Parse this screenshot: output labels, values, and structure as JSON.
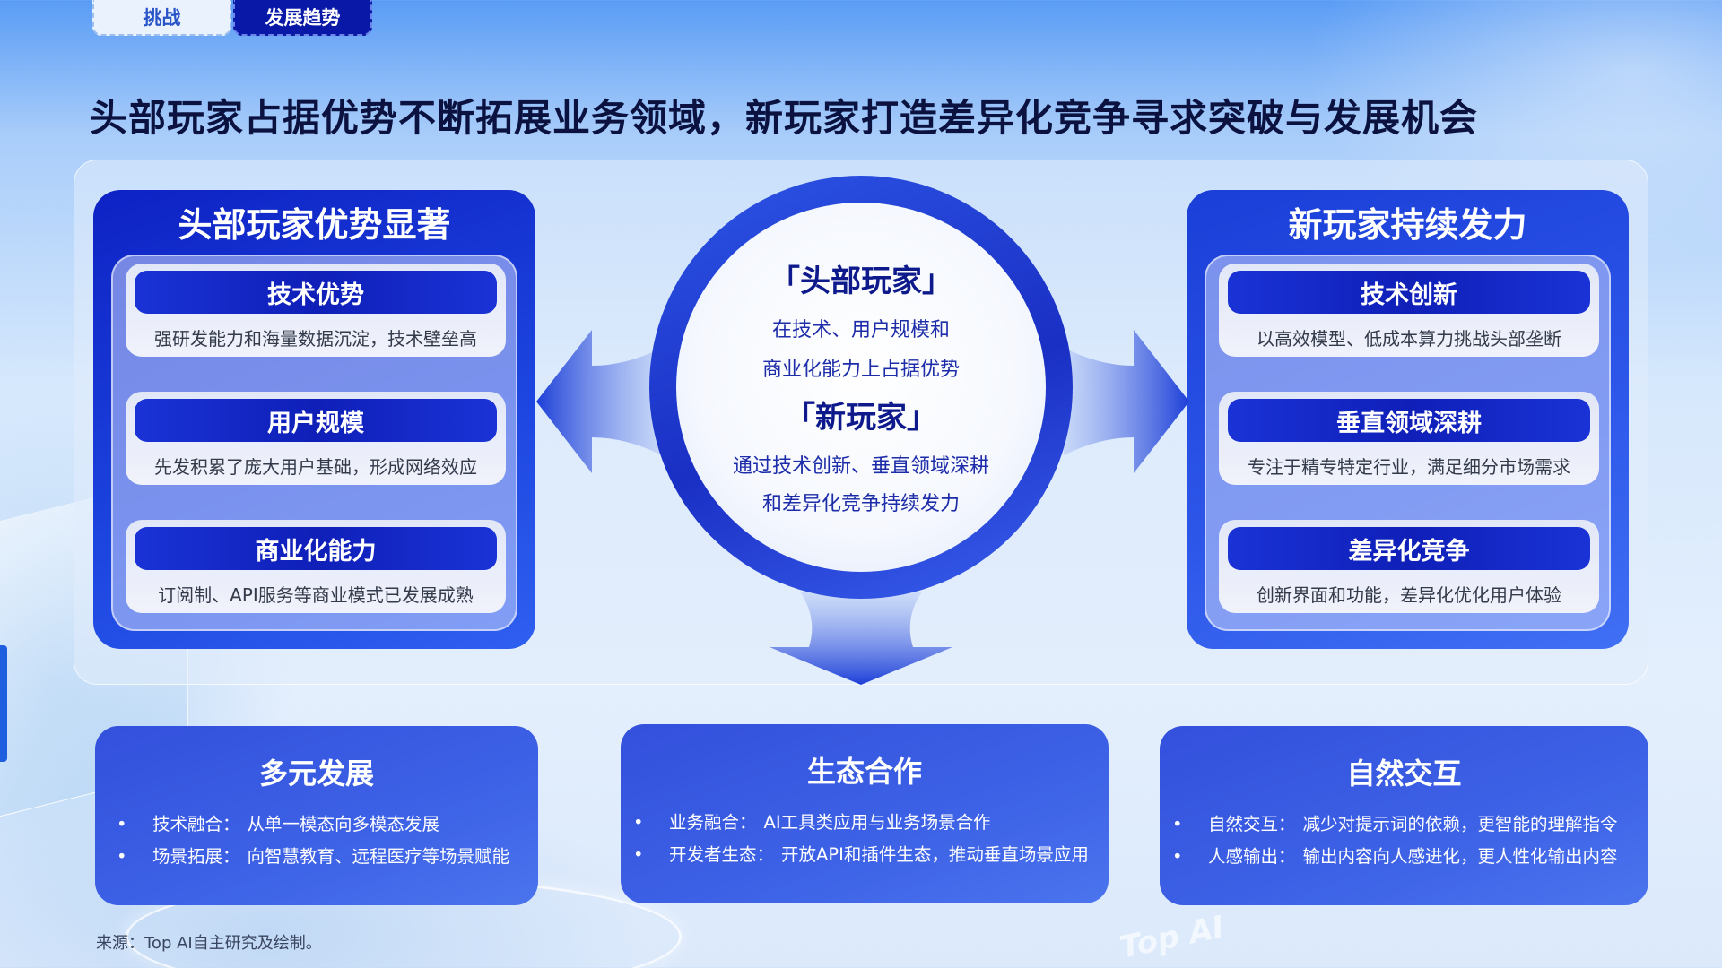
{
  "tabs": [
    {
      "label": "挑战"
    },
    {
      "label": "发展趋势"
    }
  ],
  "title": "头部玩家占据优势不断拓展业务领域，新玩家打造差异化竞争寻求突破与发展机会",
  "left_panel": {
    "title": "头部玩家优势显著",
    "items": [
      {
        "heading": "技术优势",
        "desc": "强研发能力和海量数据沉淀，技术壁垒高"
      },
      {
        "heading": "用户规模",
        "desc": "先发积累了庞大用户基础，形成网络效应"
      },
      {
        "heading": "商业化能力",
        "desc": "订阅制、API服务等商业模式已发展成熟"
      }
    ]
  },
  "right_panel": {
    "title": "新玩家持续发力",
    "items": [
      {
        "heading": "技术创新",
        "desc": "以高效模型、低成本算力挑战头部垄断"
      },
      {
        "heading": "垂直领域深耕",
        "desc": "专注于精专特定行业，满足细分市场需求"
      },
      {
        "heading": "差异化竞争",
        "desc": "创新界面和功能，差异化优化用户体验"
      }
    ]
  },
  "center": {
    "head1": "「头部玩家」",
    "text1_line1": "在技术、用户规模和",
    "text1_line2": "商业化能力上占据优势",
    "head2": "「新玩家」",
    "text2_line1": "通过技术创新、垂直领域深耕",
    "text2_line2": "和差异化竞争持续发力"
  },
  "bottom_cards": [
    {
      "title": "多元发展",
      "items": [
        {
          "label": "技术融合：",
          "text": "从单一模态向多模态发展"
        },
        {
          "label": "场景拓展：",
          "text": "向智慧教育、远程医疗等场景赋能"
        }
      ]
    },
    {
      "title": "生态合作",
      "items": [
        {
          "label": "业务融合：",
          "text": "AI工具类应用与业务场景合作"
        },
        {
          "label": "开发者生态：",
          "text": "开放API和插件生态，推动垂直场景应用"
        }
      ]
    },
    {
      "title": "自然交互",
      "items": [
        {
          "label": "自然交互：",
          "text": "减少对提示词的依赖，更智能的理解指令"
        },
        {
          "label": "人感输出：",
          "text": "输出内容向人感进化，更人性化输出内容"
        }
      ]
    }
  ],
  "bullet": "•",
  "source": "来源：Top AI自主研究及绘制。",
  "watermark": "Top AI",
  "colors": {
    "deep_blue": "#0e22c4",
    "accent_blue": "#2e58ea",
    "title_text": "#0b1240"
  }
}
